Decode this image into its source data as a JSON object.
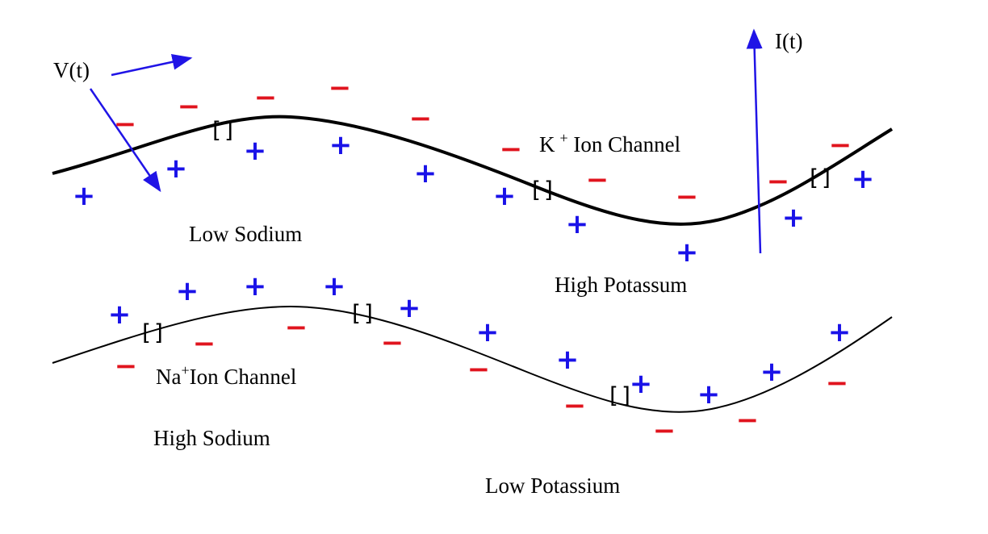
{
  "labels": {
    "voltage": "V(t)",
    "current": "I(t)",
    "k_ion_prefix": "K",
    "k_superscript": "+",
    "k_ion_suffix": " Ion Channel",
    "na_ion_prefix": "Na",
    "na_superscript": "+",
    "na_ion_suffix": "Ion Channel",
    "low_sodium": "Low Sodium",
    "high_potassium": "High Potassum",
    "high_sodium": "High Sodium",
    "low_potassium": "Low Potassium"
  },
  "symbols": {
    "plus": "+",
    "minus": "−",
    "channel": "[]"
  },
  "colors": {
    "positive": "#1a12e8",
    "negative": "#e0141e",
    "arrow": "#2014e6",
    "membrane": "#000000"
  }
}
